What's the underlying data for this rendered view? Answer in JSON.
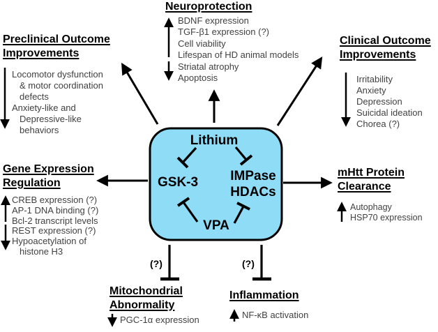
{
  "figure": {
    "center": {
      "box_fill": "#8FDCF7",
      "lithium": "Lithium",
      "gsk3": "GSK-3",
      "impase": "IMPase",
      "hdacs": "HDACs",
      "vpa": "VPA"
    },
    "sections": {
      "neuroprotection": {
        "title": "Neuroprotection",
        "arrow_indicators": [
          "up",
          "down"
        ],
        "items": [
          "BDNF expression",
          "TGF-β1 expression (?)",
          "Cell viability",
          "Lifespan of HD animal models",
          "Striatal atrophy",
          "Apoptosis"
        ]
      },
      "preclinical": {
        "title_line1": "Preclinical Outcome",
        "title_line2": "Improvements",
        "arrow_indicators": [
          "down"
        ],
        "items": [
          "Locomotor dysfunction",
          "& motor coordination",
          "defects",
          "Anxiety-like and",
          "Depressive-like",
          "behaviors"
        ]
      },
      "clinical": {
        "title_line1": "Clinical Outcome",
        "title_line2": "Improvements",
        "arrow_indicators": [
          "down"
        ],
        "items": [
          "Irritability",
          "Anxiety",
          "Depression",
          "Suicidal ideation",
          "Chorea (?)"
        ]
      },
      "gene": {
        "title_line1": "Gene Expression",
        "title_line2": "Regulation",
        "arrow_indicators": [
          "up",
          "down"
        ],
        "items": [
          "CREB expression (?)",
          "AP-1 DNA binding (?)",
          "Bcl-2 transcript levels",
          "REST expression (?)",
          "Hypoacetylation of",
          "histone H3"
        ]
      },
      "mhtt": {
        "title_line1": "mHtt Protein",
        "title_line2": "Clearance",
        "arrow_indicators": [
          "up"
        ],
        "items": [
          "Autophagy",
          "HSP70 expression"
        ]
      },
      "mitochondrial": {
        "title_line1": "Mitochondrial",
        "title_line2": "Abnormality",
        "arrow_indicators": [
          "down"
        ],
        "uncertainty_label": "(?)",
        "items": [
          "PGC-1α expression"
        ]
      },
      "inflammation": {
        "title": "Inflammation",
        "arrow_indicators": [
          "up"
        ],
        "uncertainty_label": "(?)",
        "items": [
          "NF-κB activation"
        ]
      }
    },
    "edges": [
      {
        "from": "Lithium",
        "to": "GSK-3",
        "type": "inhibition"
      },
      {
        "from": "Lithium",
        "to": "IMPase",
        "type": "inhibition"
      },
      {
        "from": "VPA",
        "to": "GSK-3",
        "type": "inhibition"
      },
      {
        "from": "VPA",
        "to": "HDACs",
        "type": "inhibition"
      },
      {
        "from": "central-box",
        "to": "Preclinical Outcome Improvements",
        "type": "arrow"
      },
      {
        "from": "central-box",
        "to": "Neuroprotection",
        "type": "arrow"
      },
      {
        "from": "central-box",
        "to": "Clinical Outcome Improvements",
        "type": "arrow"
      },
      {
        "from": "central-box",
        "to": "Gene Expression Regulation",
        "type": "arrow"
      },
      {
        "from": "central-box",
        "to": "mHtt Protein Clearance",
        "type": "arrow"
      },
      {
        "from": "central-box",
        "to": "Mitochondrial Abnormality",
        "type": "inhibition",
        "label": "(?)"
      },
      {
        "from": "central-box",
        "to": "Inflammation",
        "type": "inhibition",
        "label": "(?)"
      }
    ]
  }
}
